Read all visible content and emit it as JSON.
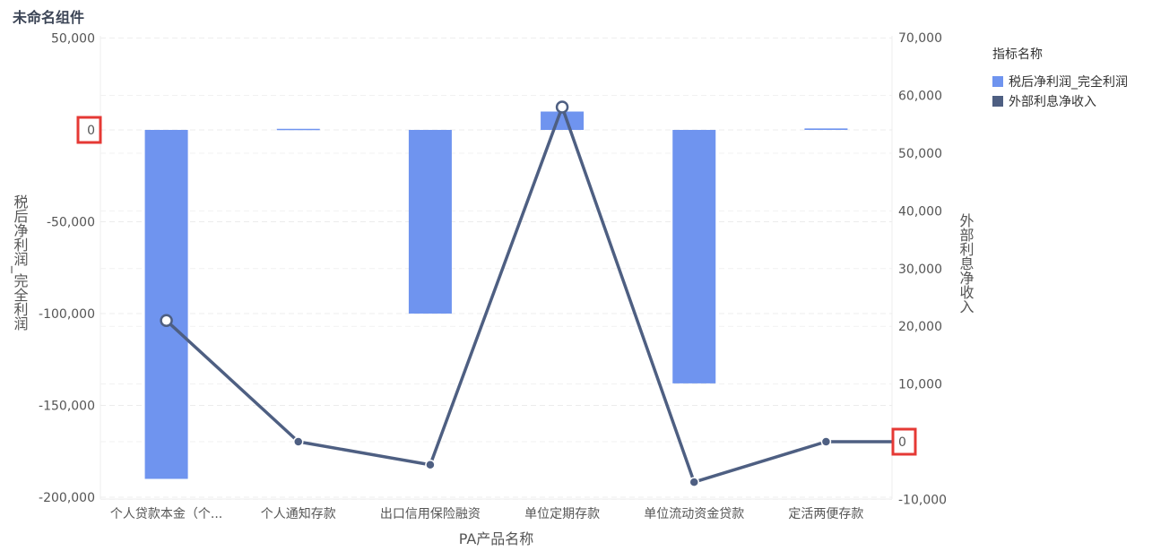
{
  "page": {
    "title": "未命名组件"
  },
  "chart_data": {
    "type": "bar+line",
    "categories": [
      "个人贷款本金（个...",
      "个人通知存款",
      "出口信用保险融资",
      "单位定期存款",
      "单位流动资金贷款",
      "定活两便存款"
    ],
    "series": [
      {
        "name": "税后净利润_完全利润",
        "type": "bar",
        "axis": "left",
        "color": "#6f94ef",
        "values": [
          -190000,
          600,
          -100000,
          10000,
          -138000,
          800
        ]
      },
      {
        "name": "外部利息净收入",
        "type": "line",
        "axis": "right",
        "color": "#4e5f82",
        "values": [
          21000,
          0,
          -4000,
          58000,
          -7000,
          0
        ]
      }
    ],
    "xlabel": "PA产品名称",
    "ylabel": "税后净利润_完全利润",
    "y2label": "外部利息净收入",
    "yticks": [
      50000,
      0,
      -50000,
      -100000,
      -150000,
      -200000
    ],
    "ytick_labels": [
      "50,000",
      "0",
      "-50,000",
      "-100,000",
      "-150,000",
      "-200,000"
    ],
    "y2ticks": [
      70000,
      60000,
      50000,
      40000,
      30000,
      20000,
      10000,
      0,
      -10000
    ],
    "y2tick_labels": [
      "70,000",
      "60,000",
      "50,000",
      "40,000",
      "30,000",
      "20,000",
      "10,000",
      "0",
      "-10,000"
    ],
    "legend": {
      "title": "指标名称",
      "position": "right"
    },
    "highlight_color": "#e53935"
  }
}
